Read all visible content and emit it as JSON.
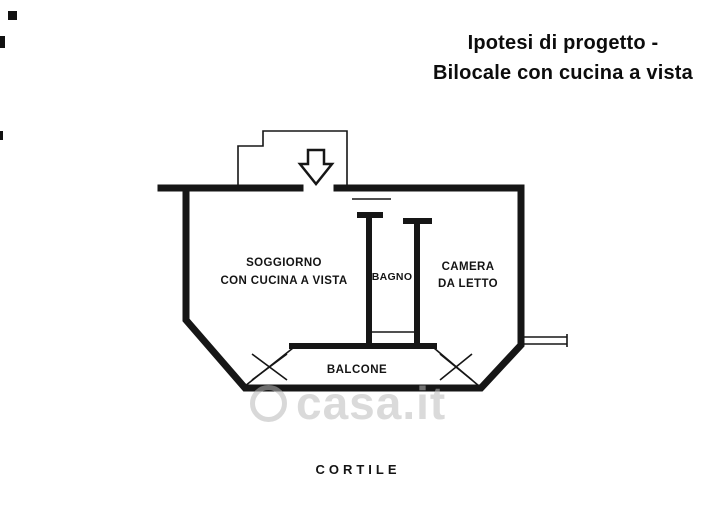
{
  "title": {
    "line1": "Ipotesi di progetto -",
    "line2": "Bilocale con cucina a vista"
  },
  "floorplan": {
    "rooms": {
      "living_line1": "SOGGIORNO",
      "living_line2": "CON CUCINA A VISTA",
      "bathroom": "BAGNO",
      "bedroom_line1": "CAMERA",
      "bedroom_line2": "DA LETTO",
      "balcony": "BALCONE"
    },
    "outside_label": "CORTILE"
  },
  "watermark": {
    "text": "casa.it"
  },
  "colors": {
    "wall": "#161616",
    "watermark": "#bdbdbd"
  }
}
